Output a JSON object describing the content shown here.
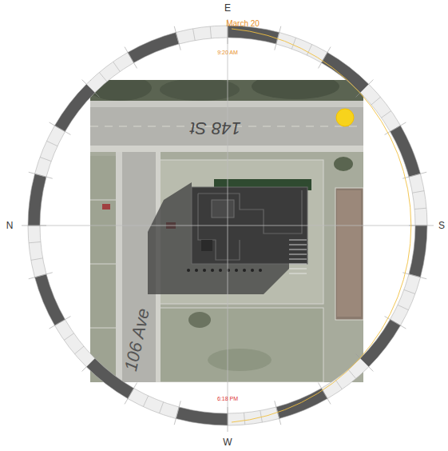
{
  "diagram": {
    "labels": [
      "E",
      "March 20",
      "9:20 AM",
      "N",
      "S",
      "W",
      "6:18 PM",
      "148 St",
      "106 Ave"
    ]
  }
}
